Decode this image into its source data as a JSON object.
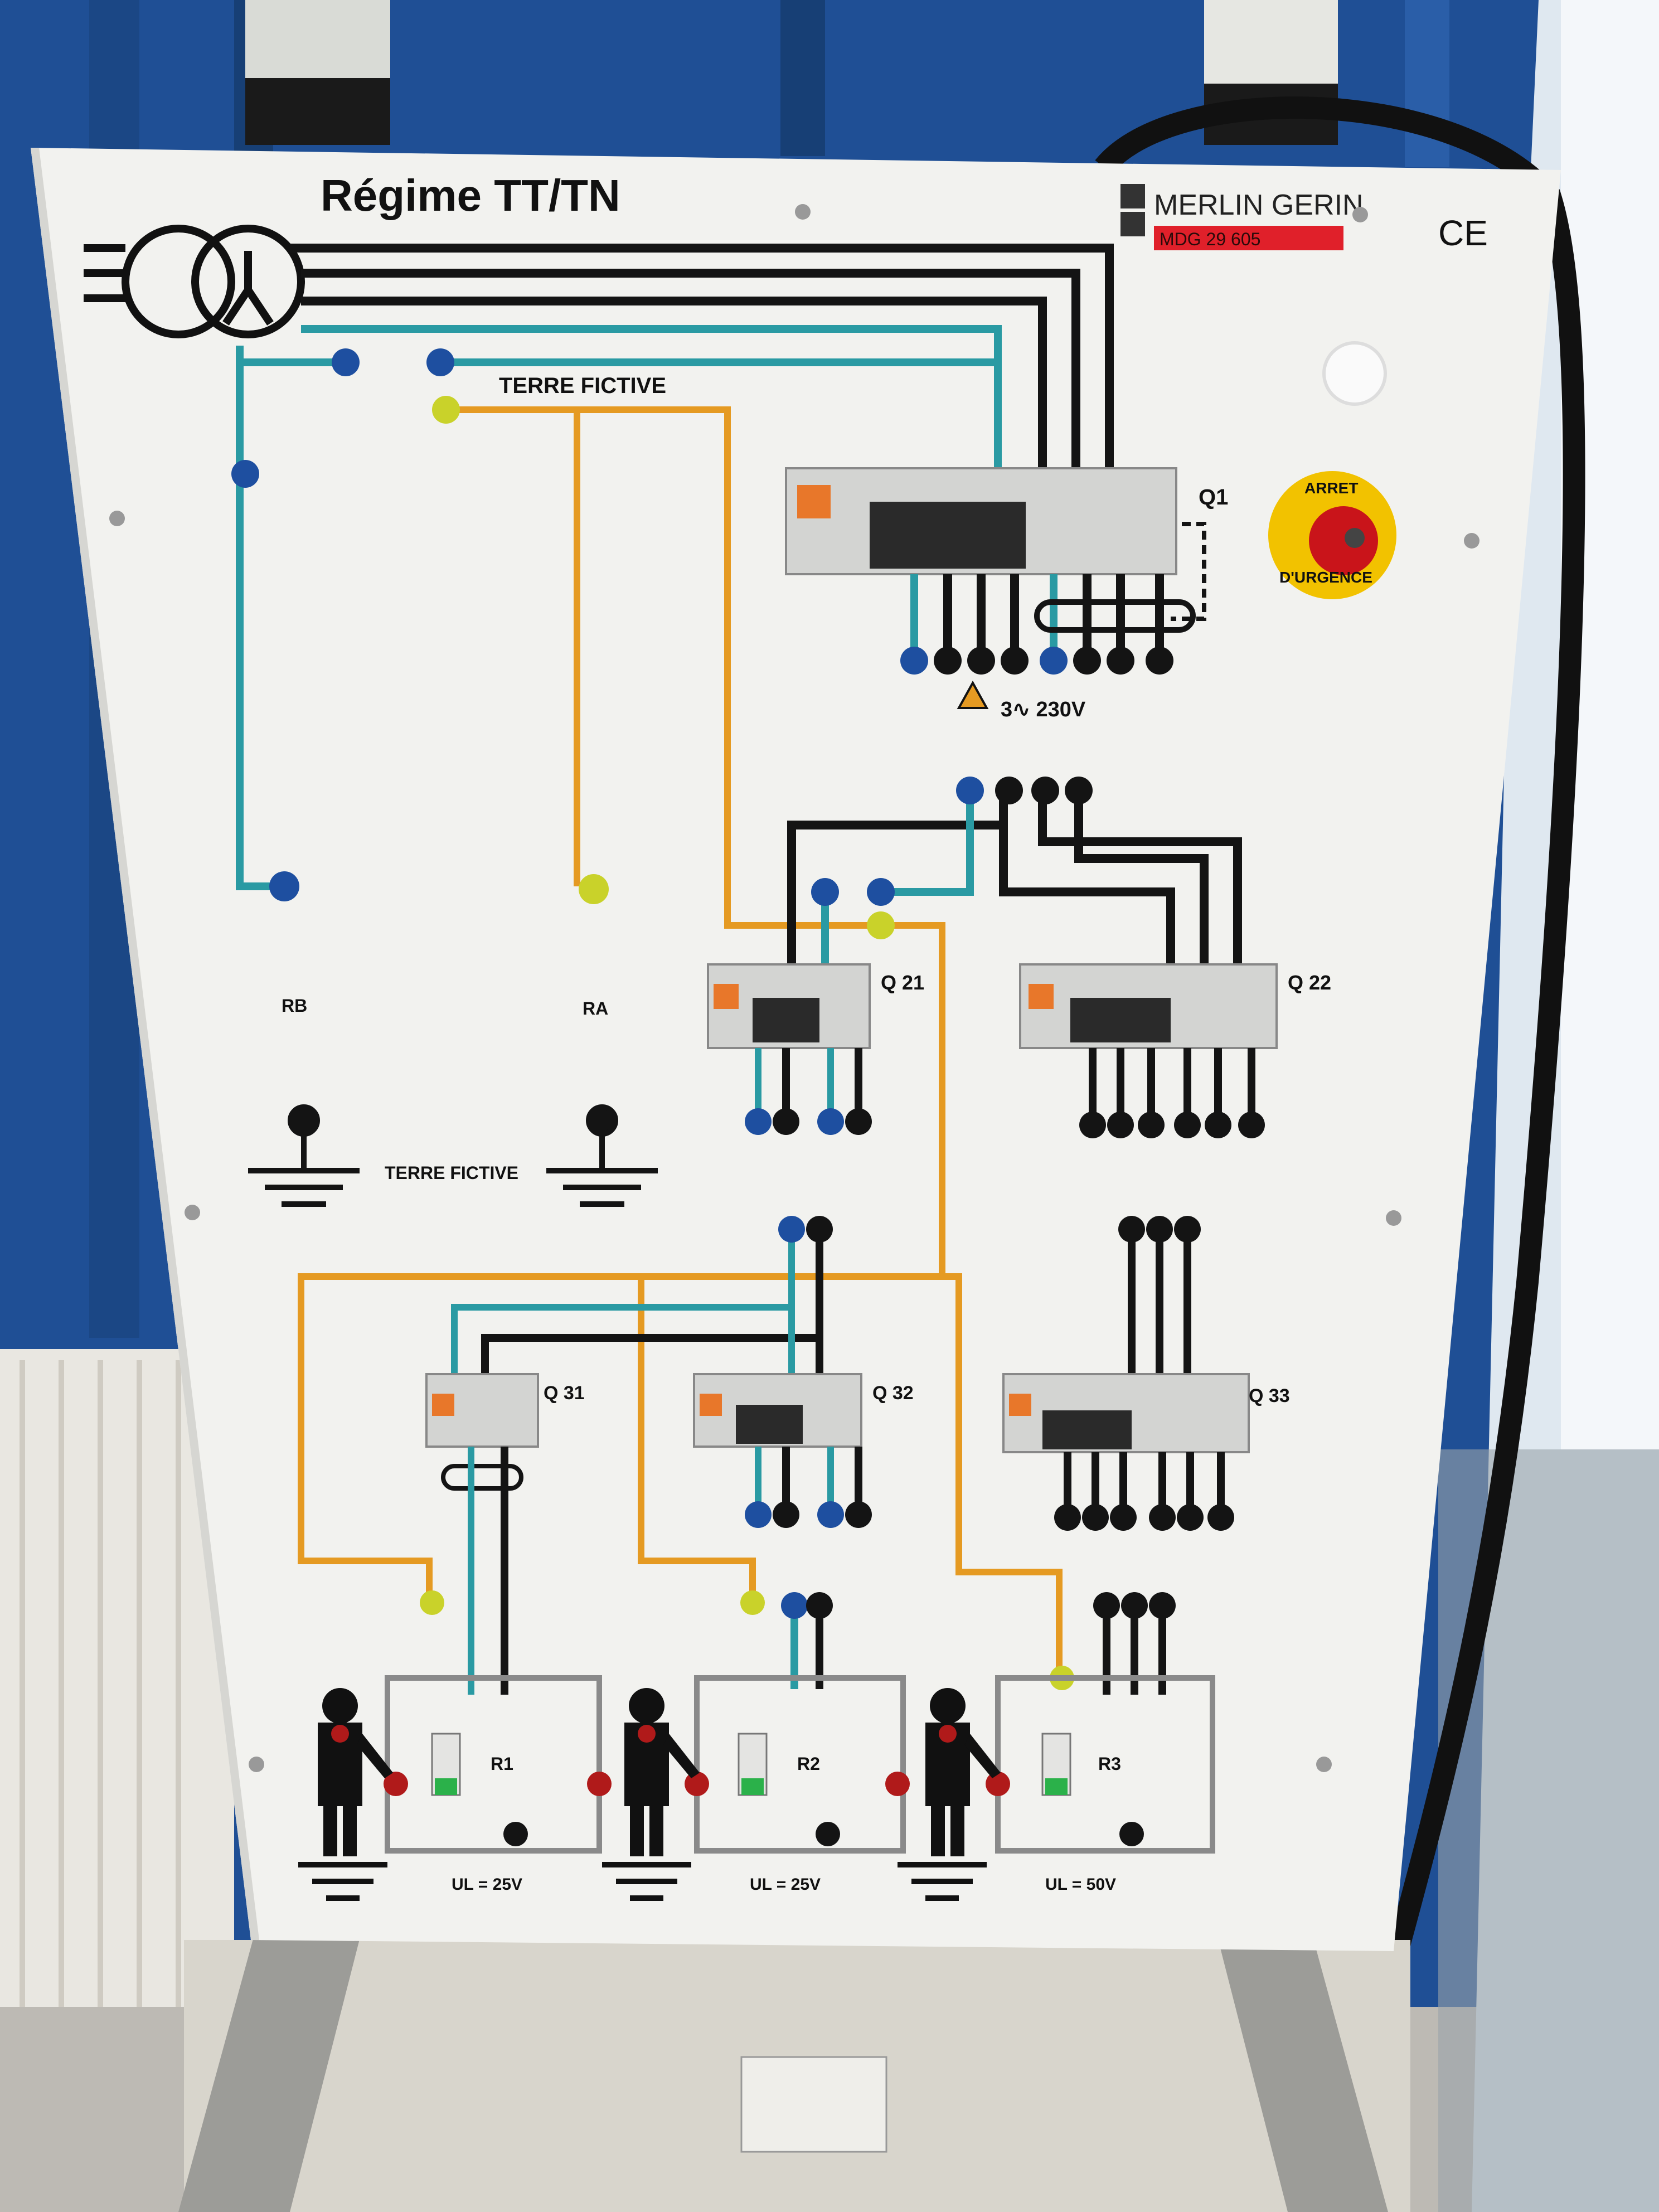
{
  "board": {
    "title": "Régime TT/TN",
    "brand": "MERLIN GERIN",
    "model_code": "MDG 29 605",
    "ce_mark": "CE",
    "terre_fictive_top": "TERRE FICTIVE",
    "terre_fictive_bottom": "TERRE FICTIVE",
    "rb_label": "RB",
    "ra_label": "RA",
    "supply_label": "3∿ 230V",
    "emergency": {
      "line1": "ARRET",
      "line2": "D'URGENCE"
    },
    "breakers": {
      "q1": "Q1",
      "q21": "Q 21",
      "q22": "Q 22",
      "q31": "Q 31",
      "q32": "Q 32",
      "q33": "Q 33"
    },
    "loads": [
      {
        "name": "R1",
        "ul": "UL = 25V"
      },
      {
        "name": "R2",
        "ul": "UL = 25V"
      },
      {
        "name": "R3",
        "ul": "UL = 50V"
      }
    ]
  },
  "icons": [
    "transformer-icon",
    "ground-icon",
    "person-icon",
    "warning-icon",
    "emergency-stop-icon"
  ],
  "colors": {
    "curtain": "#1f4f95",
    "panel": "#f2f2ef",
    "wire_black": "#141414",
    "wire_teal": "#2a9aa3",
    "wire_orange": "#e59a22",
    "socket_blue": "#1e4fa0",
    "socket_yellow": "#c9d22a",
    "socket_red": "#b01a1a",
    "brand_red": "#e0202a"
  }
}
